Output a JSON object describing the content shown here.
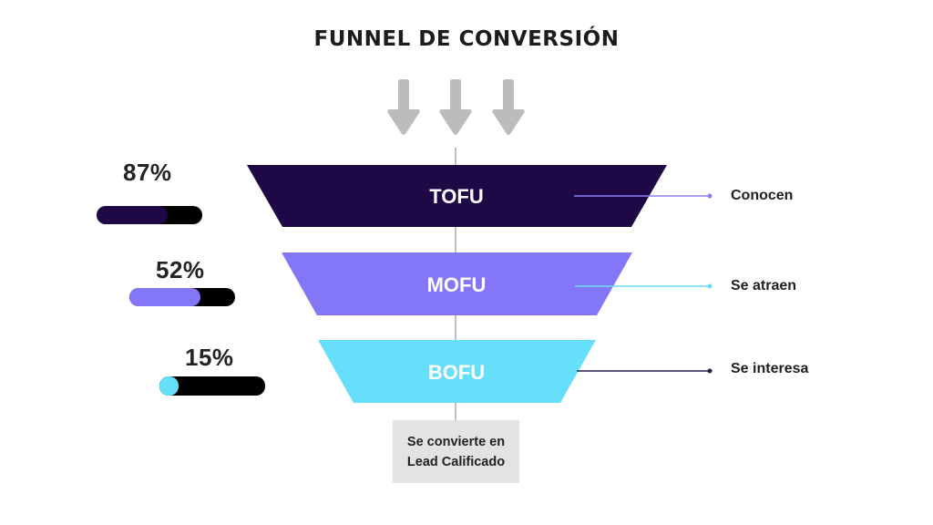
{
  "title": "FUNNEL DE CONVERSIÓN",
  "colors": {
    "tofu": "#1e0846",
    "mofu": "#8377f8",
    "bofu": "#66dffb",
    "arrow": "#bdbbbb",
    "center_line": "#a9a9a9",
    "bar_track": "#000000",
    "result_box": "#e3e3e3"
  },
  "funnel": {
    "stages": [
      {
        "name": "TOFU",
        "percent_label": "87%",
        "bar_fill_fraction": 0.67,
        "side_label": "Conocen",
        "color": "#1e0846",
        "connector_color": "#8b7ff0"
      },
      {
        "name": "MOFU",
        "percent_label": "52%",
        "bar_fill_fraction": 0.67,
        "side_label": "Se atraen",
        "color": "#8377f8",
        "connector_color": "#66dffb"
      },
      {
        "name": "BOFU",
        "percent_label": "15%",
        "bar_fill_fraction": 0.18,
        "side_label": "Se interesa",
        "color": "#66dffb",
        "connector_color": "#2a1a48"
      }
    ],
    "result": {
      "line1": "Se convierte en",
      "line2": "Lead Calificado"
    }
  },
  "icons": {
    "arrows": [
      "arrow-down-icon",
      "arrow-down-icon",
      "arrow-down-icon"
    ]
  }
}
